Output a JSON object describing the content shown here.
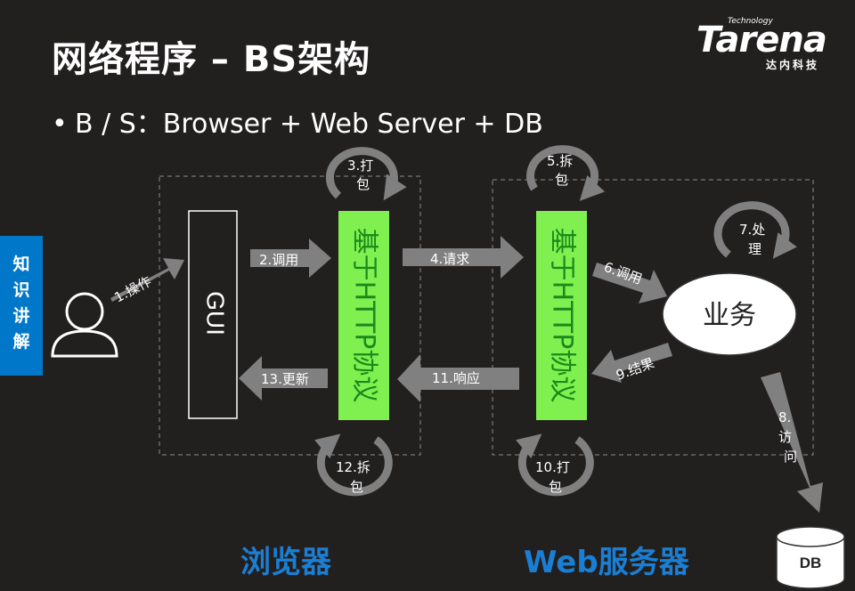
{
  "title": "网络程序 – BS架构",
  "bullet": "B / S：Browser + Web Server + DB",
  "logo": {
    "main": "Tarena",
    "tech": "Technology",
    "cn": "达内科技"
  },
  "side_tab": "知识讲解",
  "phases": {
    "browser": "浏览器",
    "server": "Web服务器"
  },
  "gui_label": "GUI",
  "protocol_label": "基于HTTP协议",
  "business": "业务",
  "db": "DB",
  "steps": {
    "s1": "1.操作",
    "s2": "2.调用",
    "s3": [
      "3.打",
      "包"
    ],
    "s4": "4.请求",
    "s5": [
      "5.拆",
      "包"
    ],
    "s6": "6.调用",
    "s7": [
      "7.处",
      "理"
    ],
    "s8": [
      "8.",
      "访",
      "问"
    ],
    "s9": "9.结果",
    "s10": [
      "10.打",
      "包"
    ],
    "s11": "11.响应",
    "s12": [
      "12.拆",
      "包"
    ],
    "s13": "13.更新"
  },
  "colors": {
    "background": "#221f1f",
    "protocol_box": "#80f050",
    "protocol_text": "#1a8a1a",
    "arrow": "#808080",
    "accent": "#1a7fd4",
    "side_tab": "#0077c8"
  }
}
